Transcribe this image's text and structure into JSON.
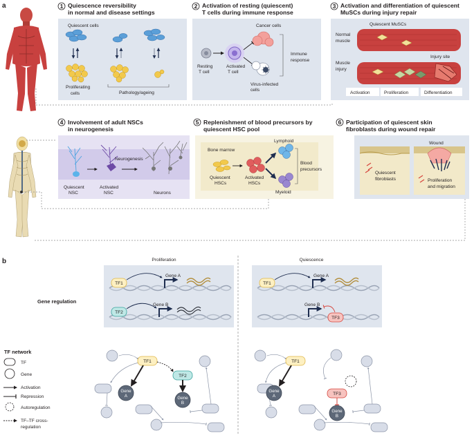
{
  "panel_a": {
    "tag": "a",
    "p1": {
      "num": "1",
      "title": [
        "Quiescence reversibility",
        "in normal and disease settings"
      ],
      "quiescent": "Quiescent cells",
      "proliferating": [
        "Proliferating",
        "cells"
      ],
      "pathology": "Pathology/ageing"
    },
    "p2": {
      "num": "2",
      "title": [
        "Activation of resting (quiescent)",
        "T cells during immune response"
      ],
      "cancer": "Cancer cells",
      "resting": [
        "Resting",
        "T cell"
      ],
      "activated": [
        "Activated",
        "T cell"
      ],
      "virus": [
        "Virus-infected",
        "cells"
      ],
      "immune": [
        "Immune",
        "response"
      ]
    },
    "p3": {
      "num": "3",
      "title": [
        "Activation and differentiation of quiescent",
        "MuSCs during injury repair"
      ],
      "normal": [
        "Normal",
        "muscle"
      ],
      "injury": [
        "Muscle",
        "injury"
      ],
      "musc": "Quiescent MuSCs",
      "site": "Injury site",
      "steps": [
        "Activation",
        "Proliferation",
        "Differentiation"
      ]
    },
    "p4": {
      "num": "4",
      "title": [
        "Involvement of adult NSCs",
        "in neurogenesis"
      ],
      "qnsc": [
        "Quiescent",
        "NSC"
      ],
      "ansc": [
        "Activated",
        "NSC"
      ],
      "neuro": "Neurogenesis",
      "neurons": "Neurons"
    },
    "p5": {
      "num": "5",
      "title": [
        "Replenishment of blood precursors by",
        "quiescent HSC pool"
      ],
      "marrow": "Bone marrow",
      "lymphoid": "Lymphoid",
      "myeloid": "Myeloid",
      "qhsc": [
        "Quiescent",
        "HSCs"
      ],
      "ahsc": [
        "Activated",
        "HSCs"
      ],
      "blood": [
        "Blood",
        "precursors"
      ]
    },
    "p6": {
      "num": "6",
      "title": [
        "Participation of quiescent skin",
        "fibroblasts during wound repair"
      ],
      "wound": "Wound",
      "qfib": [
        "Quiescent",
        "fibroblasts"
      ],
      "prolif": [
        "Proliferation",
        "and migration"
      ]
    }
  },
  "panel_b": {
    "tag": "b",
    "proliferation": "Proliferation",
    "quiescence": "Quiescence",
    "gene_regulation": "Gene regulation",
    "tf1": "TF1",
    "tf2": "TF2",
    "tf3": "TF3",
    "gene_a": "Gene A",
    "gene_b": "Gene B",
    "gene": "Gene",
    "gene_a_node": [
      "Gene",
      "A"
    ],
    "gene_b_node": [
      "Gene",
      "B"
    ]
  },
  "legend": {
    "title": "TF network",
    "items": [
      "TF",
      "Gene",
      "Activation",
      "Repression",
      "Autoregulation"
    ],
    "cross": [
      "TF–TF cross-",
      "regulation"
    ]
  },
  "colors": {
    "panel_bg": "#dfe5ee",
    "lav": "#e6e2f3",
    "tf1": "#fdf0c2",
    "tf2": "#bfe8e6",
    "tf3": "#f7c3bf",
    "gene_node": "#5d6878",
    "node": "#d8dde8",
    "blue_cell": "#5b9fd8",
    "yellow_cell": "#f2c94c",
    "red_cell": "#e05d5d",
    "purple_cell": "#8f7ec7",
    "muscle": "#c8413f",
    "navy": "#1e2d4f"
  }
}
